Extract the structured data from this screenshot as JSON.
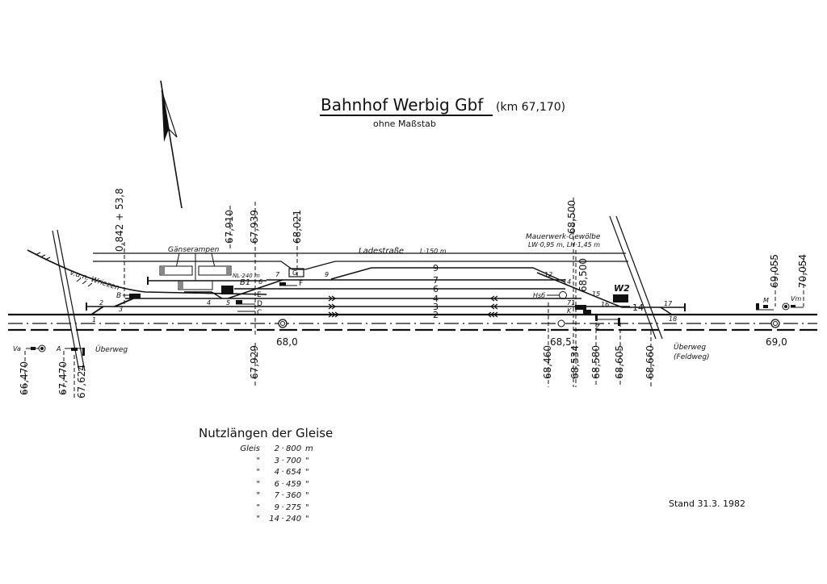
{
  "header": {
    "title": "Bahnhof Werbig Gbf",
    "km_note": "(km 67,170)",
    "subtitle": "ohne Maßstab"
  },
  "labels": {
    "gaenserampen": "Gänserampen",
    "ladestrasse": "Ladestraße",
    "ladestrasse_length": "L·150 m",
    "wriezen": "v.u.n. Wriezen",
    "nl": "NL·240 m",
    "mauerwerk_line1": "Mauerwerk-Gewölbe",
    "mauerwerk_line2": "LW·0,95 m, LH·1,45 m",
    "ueberweg_left": "Überweg",
    "ueberweg_right_1": "Überweg",
    "ueberweg_right_2": "(Feldweg)",
    "w2": "W2",
    "b1": "B1",
    "hsb": "Hsб"
  },
  "km_markers_top": [
    {
      "id": "km-0842",
      "text": "0,842 + 53,8"
    },
    {
      "id": "km-67910",
      "text": "67,910"
    },
    {
      "id": "km-67939",
      "text": "67,939"
    },
    {
      "id": "km-68021",
      "text": "68,021"
    },
    {
      "id": "km-68500a",
      "text": "68,500"
    },
    {
      "id": "km-68500b",
      "text": "68,500"
    },
    {
      "id": "km-69055",
      "text": "69,055"
    },
    {
      "id": "km-70054",
      "text": "70,054"
    }
  ],
  "km_markers_bottom": [
    {
      "id": "km-66470",
      "text": "66,470"
    },
    {
      "id": "km-67470",
      "text": "67,470"
    },
    {
      "id": "km-67624",
      "text": "67,624"
    },
    {
      "id": "km-67929",
      "text": "67,929"
    },
    {
      "id": "km-68460",
      "text": "68,460"
    },
    {
      "id": "km-68534",
      "text": "68,534"
    },
    {
      "id": "km-68580",
      "text": "68,580"
    },
    {
      "id": "km-68605",
      "text": "68,605"
    },
    {
      "id": "km-68660",
      "text": "68,660"
    }
  ],
  "km_posts": [
    {
      "id": "post-680",
      "text": "68,0"
    },
    {
      "id": "post-685",
      "text": "68,5"
    },
    {
      "id": "post-690",
      "text": "69,0"
    }
  ],
  "tracks": [
    "9",
    "7",
    "6",
    "4",
    "3",
    "2",
    "14"
  ],
  "switches": [
    "1",
    "2",
    "3",
    "4",
    "5",
    "6",
    "7",
    "9",
    "12",
    "14",
    "15",
    "16",
    "17",
    "18"
  ],
  "signals": [
    "Va",
    "A",
    "B",
    "C",
    "D",
    "E",
    "F",
    "G",
    "M",
    "Vm",
    "Z",
    "K",
    "71"
  ],
  "nutzlaengen": {
    "title": "Nutzlängen der Gleise",
    "rows": [
      {
        "prefix": "Gleis",
        "track": "2",
        "length": "800",
        "unit": "m"
      },
      {
        "prefix": "\"",
        "track": "3",
        "length": "700",
        "unit": "\""
      },
      {
        "prefix": "\"",
        "track": "4",
        "length": "654",
        "unit": "\""
      },
      {
        "prefix": "\"",
        "track": "6",
        "length": "459",
        "unit": "\""
      },
      {
        "prefix": "\"",
        "track": "7",
        "length": "360",
        "unit": "\""
      },
      {
        "prefix": "\"",
        "track": "9",
        "length": "275",
        "unit": "\""
      },
      {
        "prefix": "\"",
        "track": "14",
        "length": "240",
        "unit": "\""
      }
    ]
  },
  "footer": {
    "stand": "Stand 31.3. 1982"
  }
}
